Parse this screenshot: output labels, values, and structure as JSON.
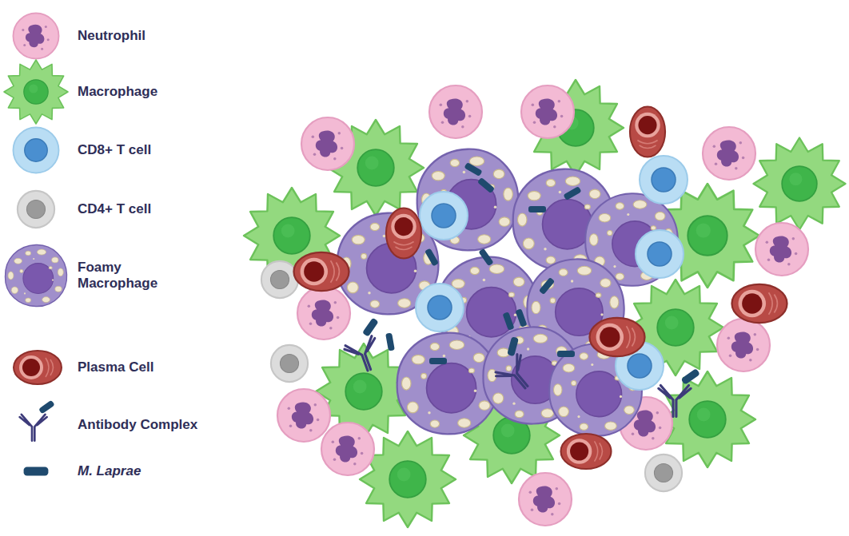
{
  "diagram": {
    "legend": [
      {
        "text": "Neutrophil"
      },
      {
        "text": "Macrophage"
      },
      {
        "text": "CD8+ T cell"
      },
      {
        "text": "CD4+ T cell"
      },
      {
        "text": "Foamy Macrophage"
      },
      {
        "text": "Plasma Cell"
      },
      {
        "text": "Antibody Complex"
      },
      {
        "text": "M. Laprae"
      }
    ]
  }
}
